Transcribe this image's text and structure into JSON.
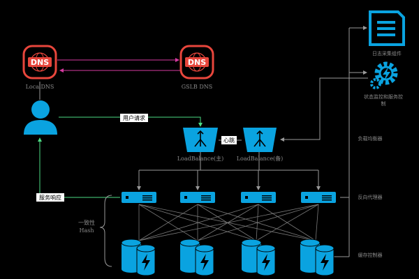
{
  "nodes": {
    "local_dns": "LocalDNS",
    "gslb_dns": "GSLB DNS",
    "dns_badge": "DNS",
    "lb_main": "LoadBalance(主)",
    "lb_backup": "LoadBalance(备)",
    "log_collect": "日志采集组件",
    "status_monitor": "状态监控和服务控制",
    "status_monitor_l1": "状态监控和服务控",
    "status_monitor_l2": "制",
    "consistent_hash": "一致性",
    "consistent_hash_2": "Hash"
  },
  "edges": {
    "user_request": "用户请求",
    "heartbeat": "心跳",
    "response": "服务响应"
  },
  "right_labels": {
    "load_balancer": "负载均衡器",
    "reverse_proxy": "反向代理器",
    "cache_server": "缓存控制器"
  },
  "colors": {
    "dns_red": "#e8463c",
    "cyan": "#0aa3e0",
    "link_pink": "#d63aa0",
    "link_green": "#4ddc84",
    "line_gray": "#9a9a9a"
  }
}
